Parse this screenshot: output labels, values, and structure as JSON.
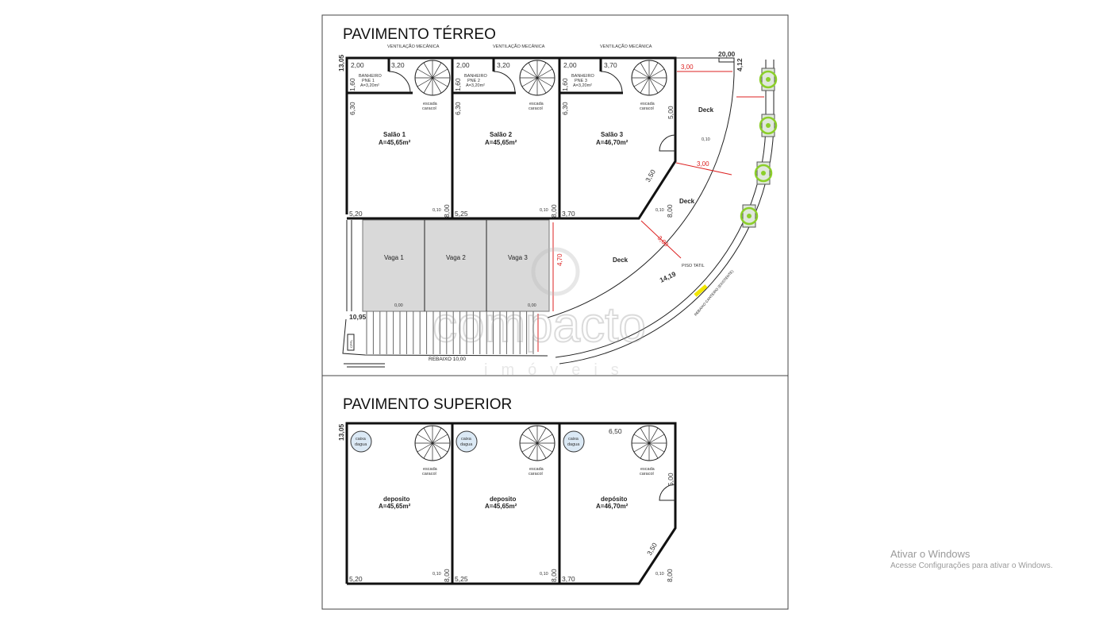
{
  "ground": {
    "title": "PAVIMENTO TÉRREO",
    "ventilation": "VENTILAÇÃO MECÂNICA",
    "salons": [
      {
        "name": "Salão 1",
        "area": "A=45,65m²",
        "bath": "BANHEIRO",
        "bath_id": "PNE 1",
        "bath_area": "A=3,20m²",
        "w_top": "3,20",
        "w_bottom": "5,20",
        "d": "8,00"
      },
      {
        "name": "Salão 2",
        "area": "A=45,65m²",
        "bath": "BANHEIRO",
        "bath_id": "PNE 2",
        "bath_area": "A=3,20m²",
        "w_top": "3,20",
        "w_bottom": "5,25",
        "d": "8,00"
      },
      {
        "name": "Salão 3",
        "area": "A=46,70m²",
        "bath": "BANHEIRO",
        "bath_id": "PNE 3",
        "bath_area": "A=3,20m²",
        "w_top": "3,70",
        "w_bottom": "3,70",
        "d": "8,00"
      }
    ],
    "bath_w": "2,00",
    "bath_d": "1,60",
    "wall_d": "6,30",
    "stair": "escada",
    "stair2": "caracol",
    "level": "0,10",
    "level_vaga": "0,00",
    "total_depth": "13,05",
    "total_width": "20,00",
    "side": "4,12",
    "deck": "Deck",
    "deck_dims": [
      "3,00",
      "3,00",
      "3,00"
    ],
    "wall_5": "5,00",
    "wall_35": "3,50",
    "vagas": [
      "Vaga 1",
      "Vaga 2",
      "Vaga 3"
    ],
    "vaga_depth": "4,70",
    "curve": "14,19",
    "piso_tatil": "PISO TATIL",
    "rebaixo_guia": "REBAIXO CANTEIRO (EXISTENTE)",
    "front": "10,95",
    "rebaixo": "REBAIXO 10,00",
    "cpfl": "CPFL"
  },
  "upper": {
    "title": "PAVIMENTO SUPERIOR",
    "tank": "caixa",
    "tank2": "dagua",
    "rooms": [
      {
        "name": "deposito",
        "area": "A=45,65m²",
        "w": "5,20"
      },
      {
        "name": "deposito",
        "area": "A=45,65m²",
        "w": "5,25"
      },
      {
        "name": "depósito",
        "area": "A=46,70m²",
        "w": "3,70",
        "top": "6,50"
      }
    ]
  },
  "watermark": {
    "brand": "compacto",
    "sub": "imóveis"
  },
  "windows": {
    "title": "Ativar o Windows",
    "sub": "Acesse Configurações para ativar o Windows."
  }
}
